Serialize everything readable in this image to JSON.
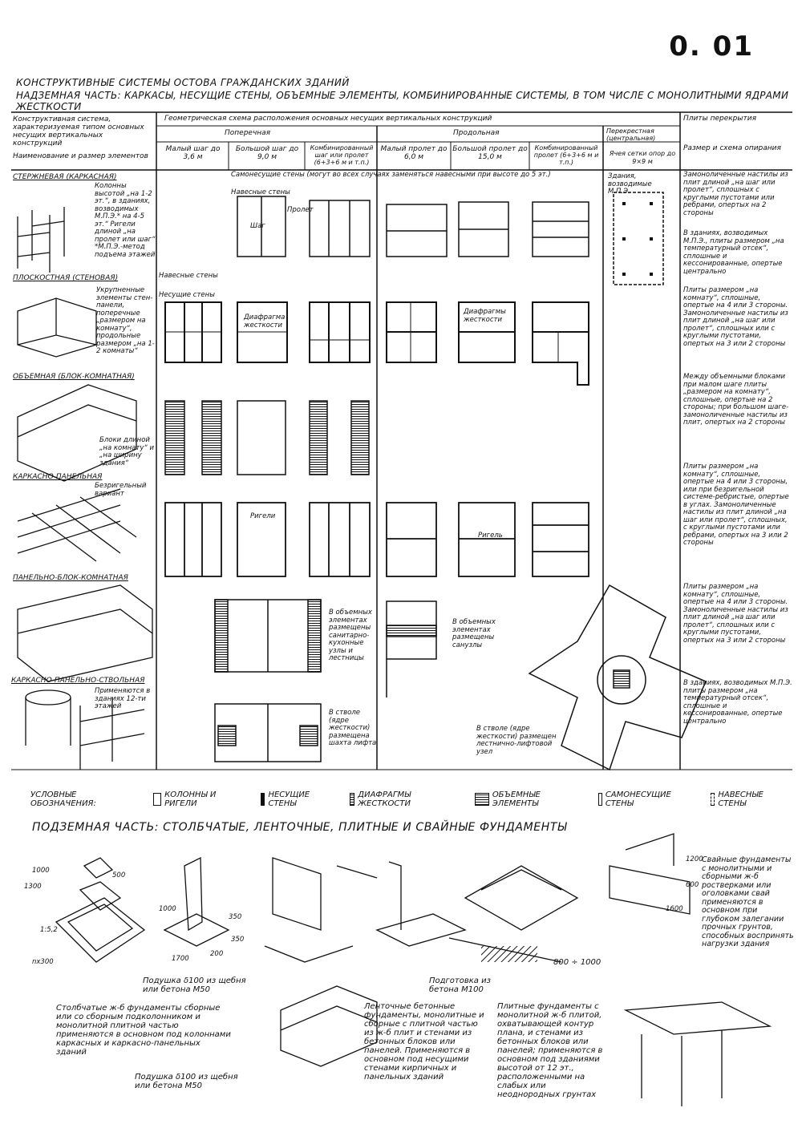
{
  "page_number": "0. 01",
  "title": "КОНСТРУКТИВНЫЕ СИСТЕМЫ ОСТОВА ГРАЖДАНСКИХ ЗДАНИЙ",
  "subtitle": "НАДЗЕМНАЯ ЧАСТЬ: КАРКАСЫ, НЕСУЩИЕ СТЕНЫ, ОБЪЕМНЫЕ ЭЛЕМЕНТЫ, КОМБИНИРОВАННЫЕ СИСТЕМЫ, В ТОМ ЧИСЛЕ С МОНОЛИТНЫМИ ЯДРАМИ ЖЕСТКОСТИ",
  "table": {
    "col1_header": "Конструктивная система, характеризуемая типом основных несущих вертикальных конструкций",
    "col1_sub": "Наименование и размер элементов",
    "scheme_header": "Геометрическая схема расположения основных несущих вертикальных конструкций",
    "slabs_header": "Плиты перекрытия",
    "slabs_sub": "Размер и схема опирания",
    "group_transverse": "Поперечная",
    "group_longitudinal": "Продольная",
    "group_cross": "Перекрестная (центральная)",
    "sub_cols": [
      "Малый шаг до 3,6 м",
      "Большой шаг до 9,0 м",
      "Комбинированный шаг или пролет (6+3+6 м и т.п.)",
      "Малый пролет до 6,0 м",
      "Большой пролет до 15,0 м",
      "Комбинированный пролет (6+3+6 м и т.п.)",
      "Ячея сетки опор до 9×9 м"
    ],
    "rows": [
      {
        "name": "СТЕРЖНЕВАЯ (КАРКАСНАЯ)",
        "note": "Колонны высотой „на 1-2 эт.“, в зданиях, возводимых М.П.Э.* на 4-5 эт.“ Ригели длиной „на пролет или шаг“ *М.П.Э.-метод подъема этажей"
      },
      {
        "name": "ПЛОСКОСТНАЯ (СТЕНОВАЯ)",
        "note": "Укрупненные элементы стен-панели, поперечные „размером на комнату“, продольные размером „на 1-2 комнаты“"
      },
      {
        "name": "ОБЪЕМНАЯ (БЛОК-КОМНАТНАЯ)",
        "note": "Блоки длиной „на комнату“ и „на ширину здания“"
      },
      {
        "name": "КАРКАСНО-ПАНЕЛЬНАЯ",
        "note": "Безригельный вариант"
      },
      {
        "name": "ПАНЕЛЬНО-БЛОК-КОМНАТНАЯ",
        "note": ""
      },
      {
        "name": "КАРКАСНО-ПАНЕЛЬНО-СТВОЛЬНАЯ",
        "note": "Применяются в зданиях 12-ти этажей"
      }
    ],
    "scheme_notes": {
      "self_bearing": "Самонесущие стены (могут во всех случаях заменяться навесными при высоте до 5 эт.)",
      "curtain_walls": "Навесные стены",
      "bearing_walls": "Несущие стены",
      "step": "Шаг",
      "span": "Пролет",
      "diaphragm": "Диафрагма жесткости",
      "diaphragm2": "Диафрагмы жесткости",
      "rigel": "Ригели",
      "rigel2": "Ригель",
      "m_p_e": "Здания, возводимые М.П.Э.",
      "volume_sanitary": "В объемных элементах размещены санитарно-кухонные узлы и лестницы",
      "volume_sanitary2": "В объемных элементах размещены санузлы",
      "core_stair": "В стволе (ядре жесткости) размещена шахта лифта",
      "core_stair2": "В стволе (ядре жесткости) размещен лестнично-лифтовой узел"
    },
    "slab_notes": [
      "Замоноличенные настилы из плит длиной „на шаг или пролет“, сплошных с круглыми пустотами или ребрами, опертых на 2 стороны",
      "В зданиях, возводимых М.П.Э., плиты размером „на температурный отсек“, сплошные и кессонированные, опертые центрально",
      "Плиты размером „на комнату“, сплошные, опертые на 4 или 3 стороны. Замоноличенные настилы из плит длиной „на шаг или пролет“, сплошных или с круглыми пустотами, опертых на 3 или 2 стороны",
      "Между объемными блоками при малом шаге плиты „размером на комнату“, сплошные, опертые на 2 стороны; при большом шаге-замоноличенные настилы из плит, опертых на 2 стороны",
      "Плиты размером „на комнату“, сплошные, опертые на 4 или 3 стороны, или при безригельной системе-ребристые, опертые в углах. Замоноличенные настилы из плит длиной „на шаг или пролет“, сплошных, с круглыми пустотами или ребрами, опертых на 3 или 2 стороны",
      "Плиты размером „на комнату“, сплошные, опертые на 4 или 3 стороны. Замоноличенные настилы из плит длиной „на шаг или пролет“, сплошных или с круглыми пустотами, опертых на 3 или 2 стороны",
      "В зданиях, возводимых М.П.Э. плиты размером „на температурный отсек“, сплошные и кессонированные, опертые центрально"
    ]
  },
  "legend": {
    "title": "УСЛОВНЫЕ ОБОЗНАЧЕНИЯ:",
    "items": [
      "КОЛОННЫ И РИГЕЛИ",
      "НЕСУЩИЕ СТЕНЫ",
      "ДИАФРАГМЫ ЖЕСТКОСТИ",
      "ОБЪЕМНЫЕ ЭЛЕМЕНТЫ",
      "САМОНЕСУЩИЕ СТЕНЫ",
      "НАВЕСНЫЕ СТЕНЫ"
    ]
  },
  "underground": {
    "title": "ПОДЗЕМНАЯ ЧАСТЬ: СТОЛБЧАТЫЕ, ЛЕНТОЧНЫЕ, ПЛИТНЫЕ И СВАЙНЫЕ ФУНДАМЕНТЫ",
    "dims": [
      "1000",
      "1300",
      "1:5,2",
      "500",
      "nx300",
      "1000",
      "350",
      "1700",
      "200",
      "350",
      "1200",
      "600",
      "1600",
      "800 ÷ 1000"
    ],
    "pillow1": "Подушка δ100 из щебня или бетона М50",
    "pillow2": "Подушка δ100 из щебня или бетона М50",
    "prep": "Подготовка из бетона М100",
    "column_note": "Столбчатые ж-б фундаменты сборные или со сборным подколонником и монолитной плитной частью применяются в основном под колоннами каркасных и каркасно-панельных зданий",
    "strip_note": "Ленточные бетонные фундаменты, монолитные и сборные с плитной частью из ж-б плит и стенами из бетонных блоков или панелей. Применяются в основном под несущими стенами кирпичных и панельных зданий",
    "slab_note": "Плитные фундаменты с монолитной ж-б плитой, охватывающей контур плана, и стенами из бетонных блоков или панелей; применяются в основном под зданиями высотой от 12 эт., расположенными на слабых или неоднородных грунтах",
    "pile_note": "Свайные фундаменты с монолитными и сборными ж-б ростверками или оголовками свай применяются в основном при глубоком залегании прочных грунтов, способных воспринять нагрузки здания"
  }
}
